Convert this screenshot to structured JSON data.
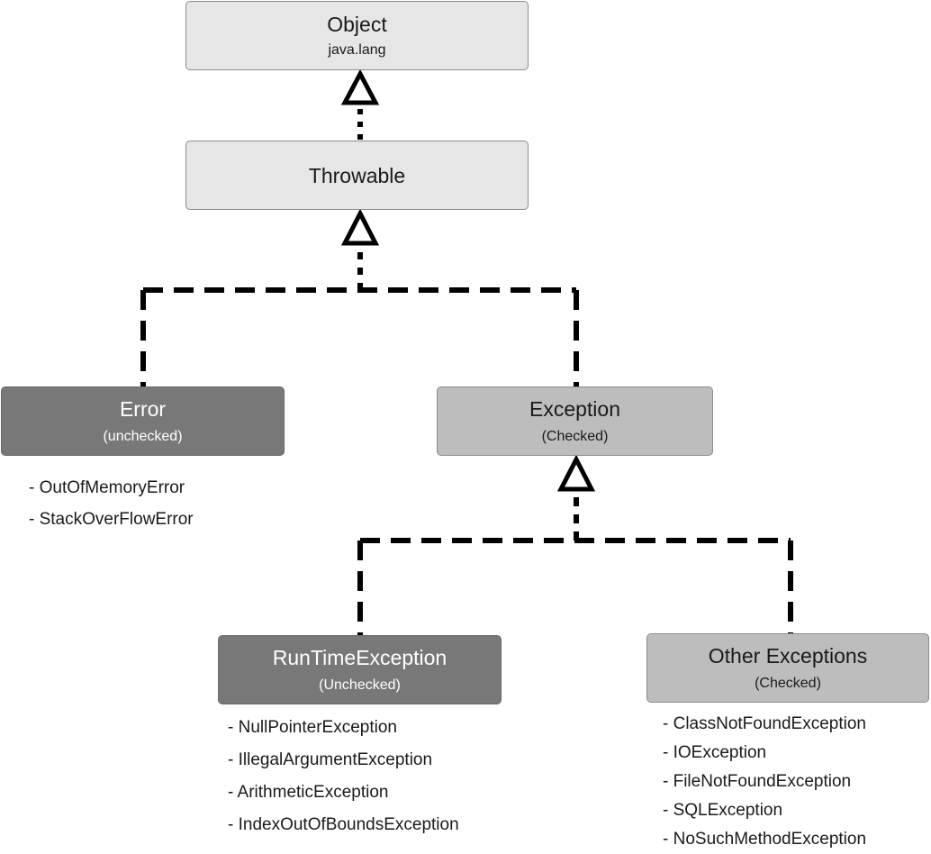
{
  "nodes": {
    "object": {
      "title": "Object",
      "sub": "java.lang"
    },
    "throwable": {
      "title": "Throwable"
    },
    "error": {
      "title": "Error",
      "sub": "(unchecked)"
    },
    "exception": {
      "title": "Exception",
      "sub": "(Checked)"
    },
    "runtime": {
      "title": "RunTimeException",
      "sub": "(Unchecked)"
    },
    "other": {
      "title": "Other Exceptions",
      "sub": "(Checked)"
    }
  },
  "lists": {
    "error": [
      "- OutOfMemoryError",
      "- StackOverFlowError"
    ],
    "runtime": [
      "- NullPointerException",
      "- IllegalArgumentException",
      "- ArithmeticException",
      "- IndexOutOfBoundsException"
    ],
    "other": [
      "- ClassNotFoundException",
      "- IOException",
      "- FileNotFoundException",
      "- SQLException",
      "- NoSuchMethodException"
    ]
  },
  "colors": {
    "light": "#e6e6e6",
    "mid": "#bdbdbd",
    "dark": "#787878",
    "line": "#000000"
  }
}
